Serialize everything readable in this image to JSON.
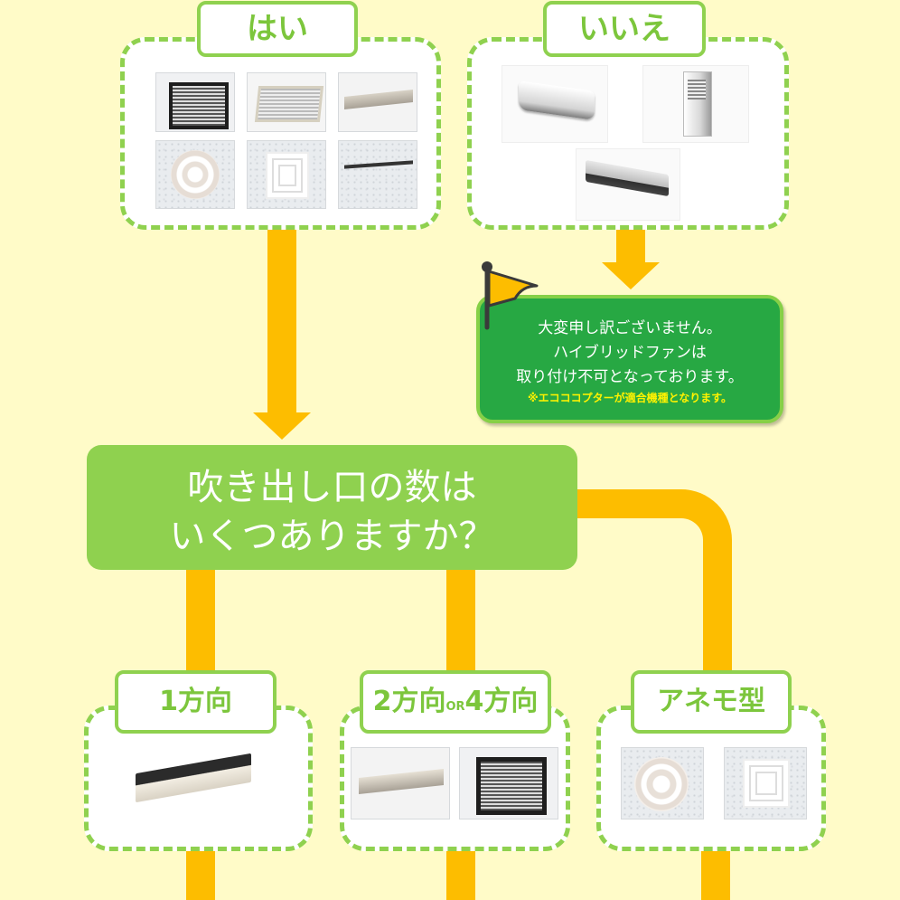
{
  "top": {
    "yes_label": "はい",
    "no_label": "いいえ"
  },
  "notice": {
    "line1": "大変申し訳ございません。",
    "line2": "ハイブリッドファンは",
    "line3": "取り付け不可となっております。",
    "note": "※エコココプターが適合機種となります。"
  },
  "question": {
    "line1": "吹き出し口の数は",
    "line2": "いくつありますか？"
  },
  "bottom": {
    "one_way": "1方向",
    "two_or_four_a": "2方向",
    "two_or_four_or": "OR",
    "two_or_four_b": "4方向",
    "anemo": "アネモ型"
  },
  "colors": {
    "background": "#fffbc8",
    "accent_green": "#8fd14f",
    "notice_green": "#27a843",
    "pipe_yellow": "#fdbd00",
    "note_yellow": "#fff200"
  },
  "icons": {
    "flag": "flag-icon"
  }
}
